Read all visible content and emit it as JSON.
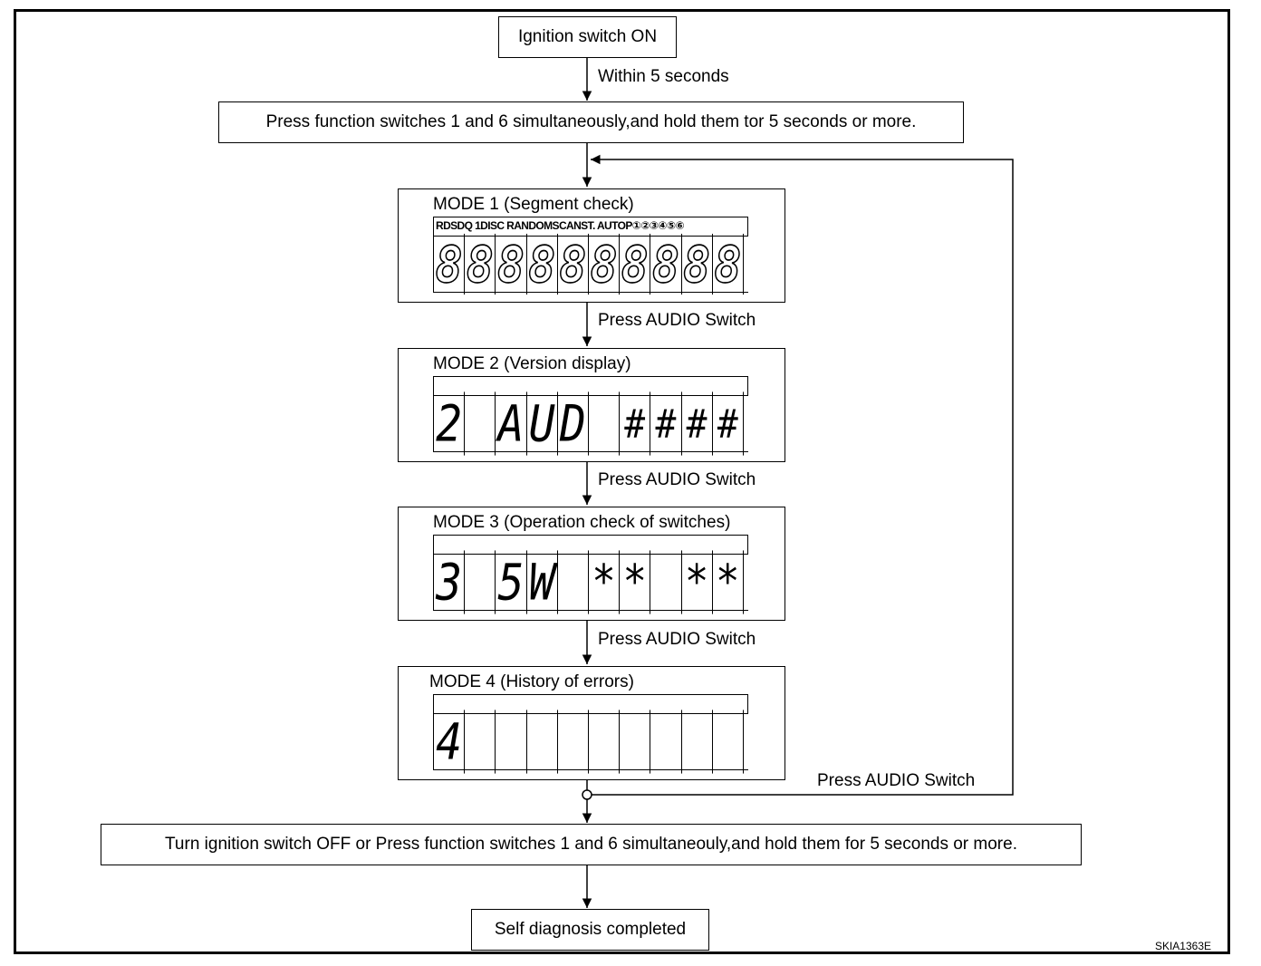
{
  "start_box": "Ignition switch ON",
  "within_label": "Within 5 seconds",
  "press_box": "Press function switches 1 and 6 simultaneously,and hold them tor 5 seconds or more.",
  "press_audio_label": "Press AUDIO Switch",
  "mode1": {
    "title": "MODE 1 (Segment check)",
    "indicators": "RDSDQ 1DISC RANDOMSCANST. AUTOP①②③④⑤⑥",
    "cells": [
      "8",
      "8",
      "8",
      "8",
      "8",
      "8",
      "8",
      "8",
      "8",
      "8"
    ]
  },
  "mode2": {
    "title": "MODE 2 (Version display)",
    "cells": [
      "2",
      "",
      "A",
      "U",
      "D",
      "",
      "#",
      "#",
      "#",
      "#"
    ]
  },
  "mode3": {
    "title": "MODE 3 (Operation check of switches)",
    "cells": [
      "3",
      "",
      "5",
      "W",
      "",
      "*",
      "*",
      "",
      "*",
      "*"
    ]
  },
  "mode4": {
    "title": "MODE 4 (History of errors)",
    "cells": [
      "4",
      "",
      "",
      "",
      "",
      "",
      "",
      "",
      "",
      ""
    ]
  },
  "loop_label": "Press AUDIO Switch",
  "end_box": "Turn ignition switch OFF or Press function switches 1 and 6 simultaneouly,and hold them for 5 seconds or more.",
  "final_box": "Self diagnosis completed",
  "figure_code": "SKIA1363E"
}
